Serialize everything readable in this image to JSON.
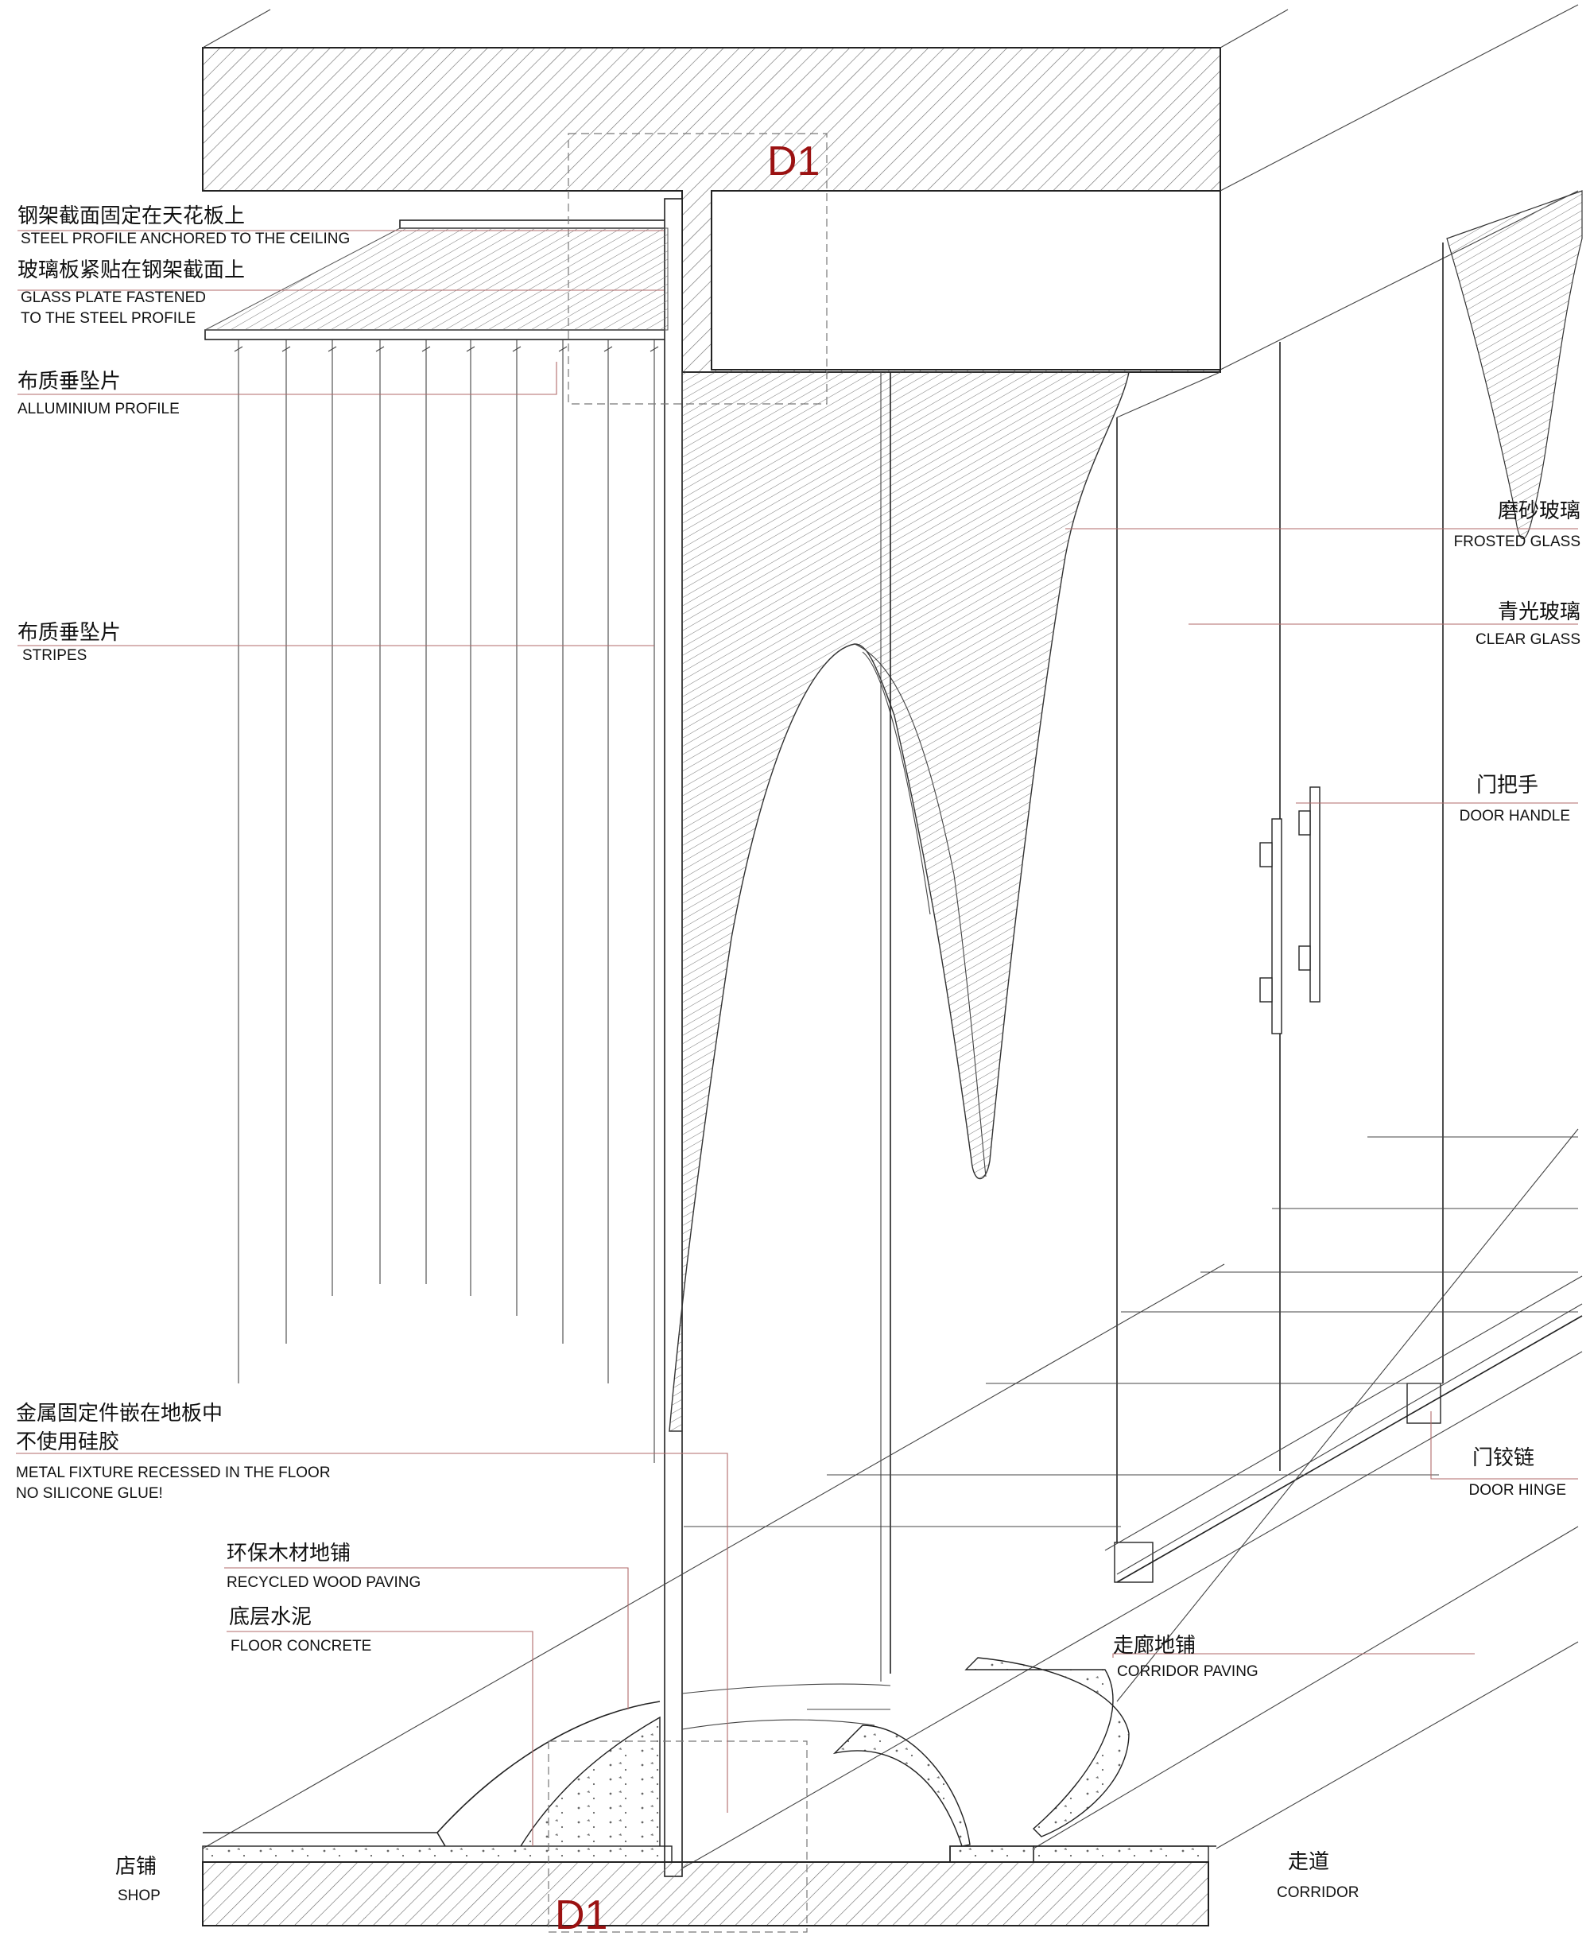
{
  "marks": {
    "top": "D1",
    "bottom": "D1"
  },
  "labels": {
    "steel_cn": "钢架截面固定在天花板上",
    "steel_en": "STEEL PROFILE ANCHORED TO THE CEILING",
    "glass_cn": "玻璃板紧贴在钢架截面上",
    "glass_en1": "GLASS PLATE FASTENED",
    "glass_en2": "TO THE STEEL PROFILE",
    "alu_cn": "布质垂坠片",
    "alu_en": "ALLUMINIUM PROFILE",
    "stripes_cn": "布质垂坠片",
    "stripes_en": "STRIPES",
    "metal_cn1": "金属固定件嵌在地板中",
    "metal_cn2": "不使用硅胶",
    "metal_en1": "METAL FIXTURE RECESSED IN THE FLOOR",
    "metal_en2": "NO SILICONE GLUE!",
    "wood_cn": "环保木材地铺",
    "wood_en": "RECYCLED WOOD PAVING",
    "concrete_cn": "底层水泥",
    "concrete_en": "FLOOR CONCRETE",
    "shop_cn": "店铺",
    "shop_en": "SHOP",
    "frosted_cn": "磨砂玻璃",
    "frosted_en": "FROSTED GLASS",
    "clear_cn": "青光玻璃",
    "clear_en": "CLEAR GLASS",
    "handle_cn": "门把手",
    "handle_en": "DOOR HANDLE",
    "hinge_cn": "门铰链",
    "hinge_en": "DOOR HINGE",
    "corridor_paving_cn": "走廊地铺",
    "corridor_paving_en": "CORRIDOR PAVING",
    "corridor_cn": "走道",
    "corridor_en": "CORRIDOR"
  }
}
